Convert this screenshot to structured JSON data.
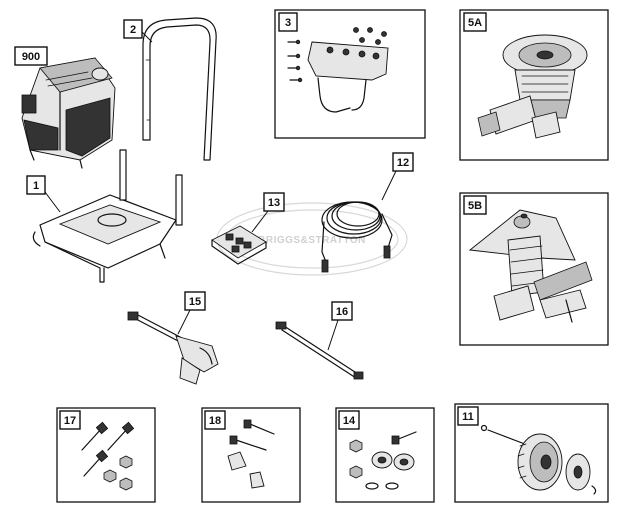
{
  "watermark": {
    "text": "BRIGGS&STRATTON"
  },
  "callouts": {
    "c900": "900",
    "c1": "1",
    "c2": "2",
    "c3": "3",
    "c5a": "5A",
    "c5b": "5B",
    "c11": "11",
    "c12": "12",
    "c13": "13",
    "c14": "14",
    "c15": "15",
    "c16": "16",
    "c17": "17",
    "c18": "18"
  },
  "parts": [
    {
      "ref": "900",
      "icon": "engine-icon"
    },
    {
      "ref": "1",
      "icon": "base-frame-icon"
    },
    {
      "ref": "2",
      "icon": "handle-icon"
    },
    {
      "ref": "3",
      "icon": "nozzle-holder-icon"
    },
    {
      "ref": "5A",
      "icon": "pump-axial-icon"
    },
    {
      "ref": "5B",
      "icon": "pump-triplex-icon"
    },
    {
      "ref": "11",
      "icon": "wheel-kit-icon"
    },
    {
      "ref": "12",
      "icon": "high-pressure-hose-icon"
    },
    {
      "ref": "13",
      "icon": "nozzle-tips-icon"
    },
    {
      "ref": "14",
      "icon": "hardware-kit-icon"
    },
    {
      "ref": "15",
      "icon": "spray-gun-icon"
    },
    {
      "ref": "16",
      "icon": "spray-wand-icon"
    },
    {
      "ref": "17",
      "icon": "bolt-kit-icon"
    },
    {
      "ref": "18",
      "icon": "handle-hardware-icon"
    }
  ]
}
